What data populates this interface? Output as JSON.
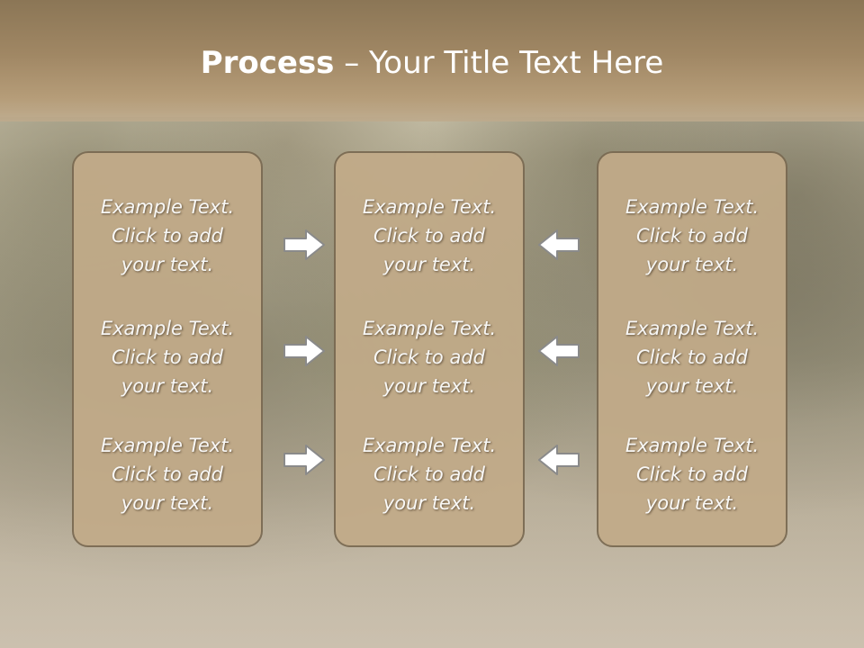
{
  "slide": {
    "title_bold": "Process",
    "title_rest": " – Your Title Text Here"
  },
  "panels": [
    {
      "items": [
        {
          "l1": "Example Text.",
          "l2": "Click  to add",
          "l3": "your text."
        },
        {
          "l1": "Example Text.",
          "l2": "Click  to add",
          "l3": "your text."
        },
        {
          "l1": "Example Text.",
          "l2": "Click  to add",
          "l3": "your text."
        }
      ]
    },
    {
      "items": [
        {
          "l1": "Example Text.",
          "l2": "Click  to add",
          "l3": "your text."
        },
        {
          "l1": "Example Text.",
          "l2": "Click  to add",
          "l3": "your text."
        },
        {
          "l1": "Example Text.",
          "l2": "Click  to add",
          "l3": "your text."
        }
      ]
    },
    {
      "items": [
        {
          "l1": "Example Text.",
          "l2": "Click  to add",
          "l3": "your text."
        },
        {
          "l1": "Example Text.",
          "l2": "Click  to add",
          "l3": "your text."
        },
        {
          "l1": "Example Text.",
          "l2": "Click  to add",
          "l3": "your text."
        }
      ]
    }
  ],
  "arrows": {
    "left_group": [
      "arrow-right-icon",
      "arrow-right-icon",
      "arrow-right-icon"
    ],
    "right_group": [
      "arrow-left-icon",
      "arrow-left-icon",
      "arrow-left-icon"
    ]
  },
  "colors": {
    "header": "#a08764",
    "panel": "#c2ab89",
    "panel_border": "#7a6a52",
    "text": "#ffffff"
  }
}
